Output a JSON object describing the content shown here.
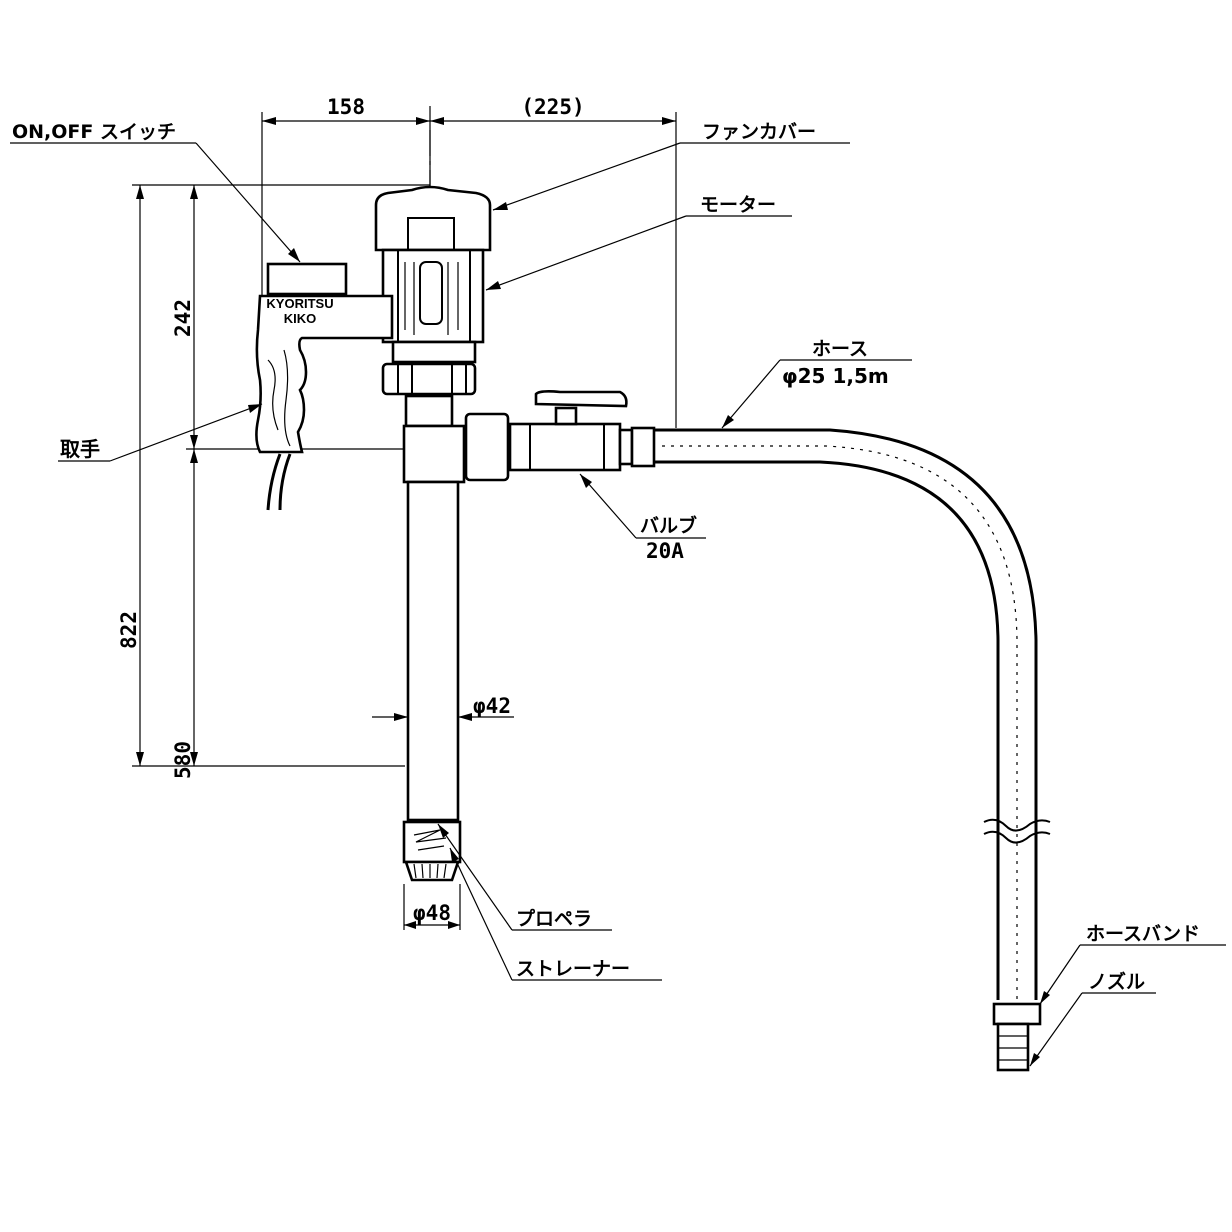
{
  "labels": {
    "switch": "ON,OFF スイッチ",
    "fan_cover": "ファンカバー",
    "motor": "モーター",
    "hose": "ホース",
    "hose_spec": "φ25 1,5m",
    "handle": "取手",
    "valve": "バルブ",
    "valve_spec": "20A",
    "propeller": "プロペラ",
    "strainer": "ストレーナー",
    "hose_band": "ホースバンド",
    "nozzle": "ノズル"
  },
  "dimensions": {
    "top_left_width": "158",
    "top_right_width": "(225)",
    "motor_height": "242",
    "total_height": "822",
    "tube_length": "580",
    "tube_diameter": "φ42",
    "strainer_diameter": "φ48"
  },
  "logo": {
    "line1": "KYORITSU",
    "line2": "KIKO"
  },
  "colors": {
    "line": "#000000",
    "background": "#ffffff"
  }
}
